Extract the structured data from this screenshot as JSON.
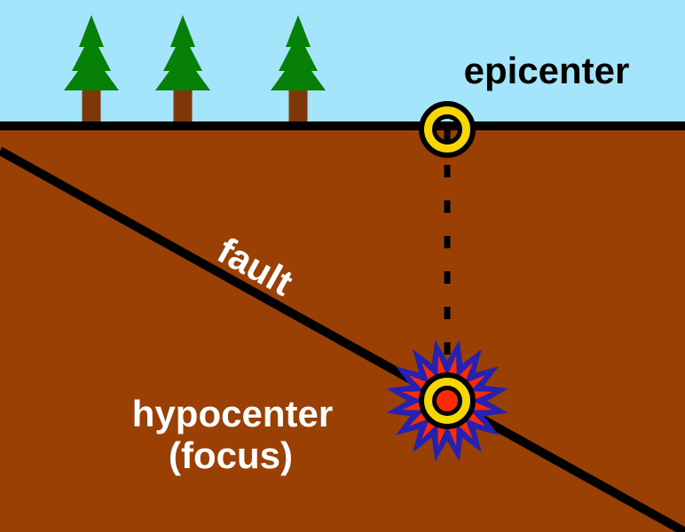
{
  "labels": {
    "epicenter": "epicenter",
    "fault": "fault",
    "hypocenter_line1": "hypocenter",
    "hypocenter_line2": "(focus)"
  },
  "colors": {
    "sky": "#A5E5FB",
    "ground": "#9A4005",
    "surface_line": "#000000",
    "fault_line": "#000000",
    "dashed_line": "#000000",
    "tree_foliage": "#078007",
    "tree_trunk": "#7E3807",
    "ring_black": "#000000",
    "ring_yellow": "#F6D800",
    "burst_blue": "#2621AE",
    "burst_red": "#FF2A00",
    "core_red": "#FF2A00",
    "epicenter_label_color": "#000000",
    "underground_label_color": "#FFFFFF"
  }
}
